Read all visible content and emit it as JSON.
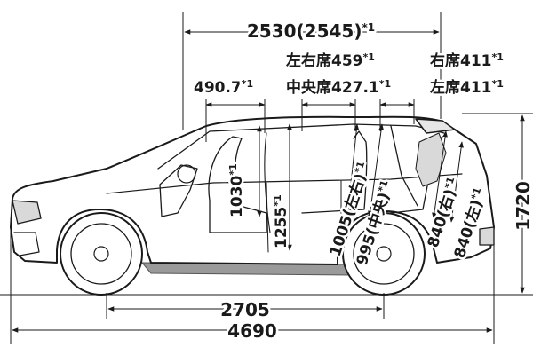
{
  "dimensions": {
    "overall_length": "4690",
    "wheelbase": "2705",
    "overall_height": "1720",
    "cabin_length": "2530(2545)",
    "front_headroom": "1030",
    "front_hip_height": "1255",
    "front_shoulder_offset": "490.7",
    "rear_headroom_side": "1005(左右)",
    "rear_headroom_center": "995(中央)",
    "third_row_headroom_right": "840(右)",
    "third_row_headroom_left": "840(左)",
    "second_row_outer": "左右席459",
    "second_row_center": "中央席427.1",
    "third_row_right": "右席411",
    "third_row_left": "左席411"
  },
  "footnote_mark": "*1",
  "colors": {
    "ink": "#1a1a1a",
    "shadow": "#9a9a9a",
    "background": "#ffffff"
  }
}
